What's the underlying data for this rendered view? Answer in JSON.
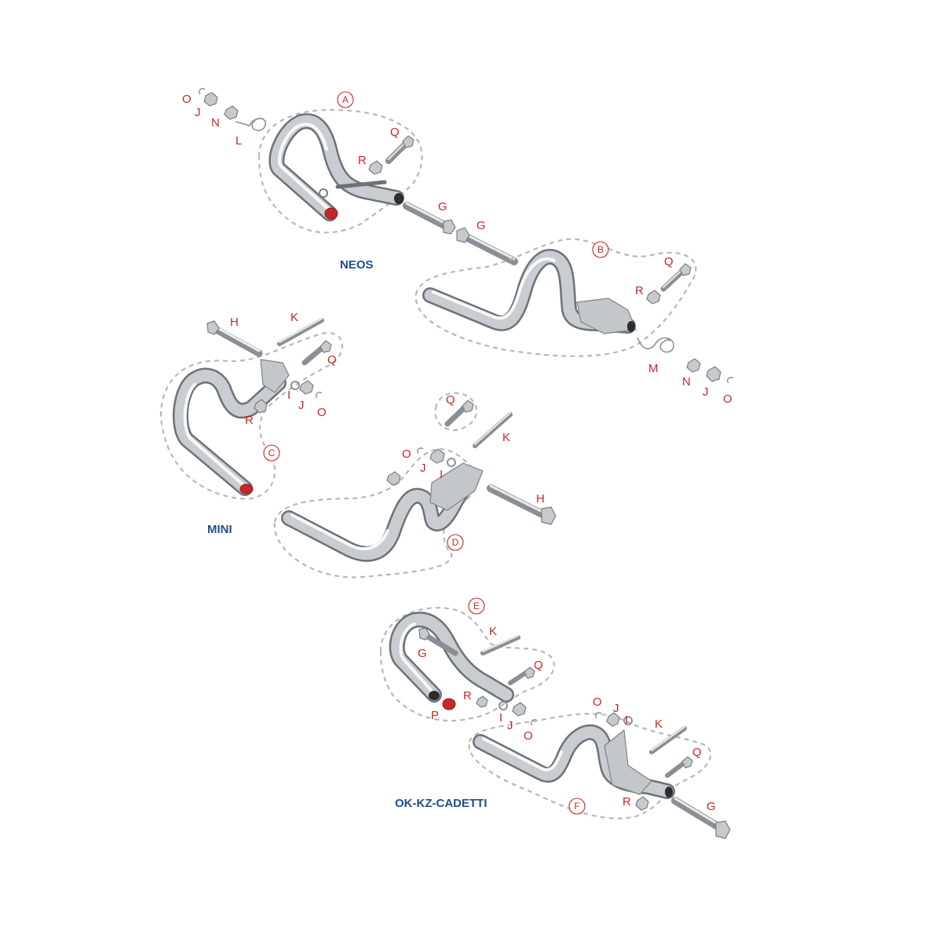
{
  "groups": {
    "neos": {
      "title": "NEOS"
    },
    "mini": {
      "title": "MINI"
    },
    "okkz": {
      "title": "OK-KZ-CADETTI"
    }
  },
  "callouts": {
    "A": "A",
    "B": "B",
    "C": "C",
    "D": "D",
    "E": "E",
    "F": "F"
  },
  "part_labels": {
    "neos_O": "O",
    "neos_J": "J",
    "neos_N": "N",
    "neos_L": "L",
    "neos_Q1": "Q",
    "neos_R1": "R",
    "neos_G1": "G",
    "neos_G2": "G",
    "neos_Q2": "Q",
    "neos_R2": "R",
    "neos_M": "M",
    "neos_N2": "N",
    "neos_J2": "J",
    "neos_O2": "O",
    "mini_H1": "H",
    "mini_K1": "K",
    "mini_Q1": "Q",
    "mini_I1": "I",
    "mini_J1": "J",
    "mini_O1": "O",
    "mini_R1": "R",
    "mini_Q2": "Q",
    "mini_K2": "K",
    "mini_O2": "O",
    "mini_J2": "J",
    "mini_I2": "I",
    "mini_H2": "H",
    "ok_K1": "K",
    "ok_G1": "G",
    "ok_Q1": "Q",
    "ok_R1": "R",
    "ok_P": "P",
    "ok_I1": "I",
    "ok_J1": "J",
    "ok_O1": "O",
    "ok_O2": "O",
    "ok_J2": "J",
    "ok_I2": "I",
    "ok_K2": "K",
    "ok_Q2": "Q",
    "ok_R2": "R",
    "ok_G2": "G"
  },
  "colors": {
    "label_red": "#c8262b",
    "title_blue": "#1f4e8c",
    "outline_gray": "#b8b8b8",
    "chrome": "#c9ccd0",
    "end_cap": "#c8262b"
  }
}
